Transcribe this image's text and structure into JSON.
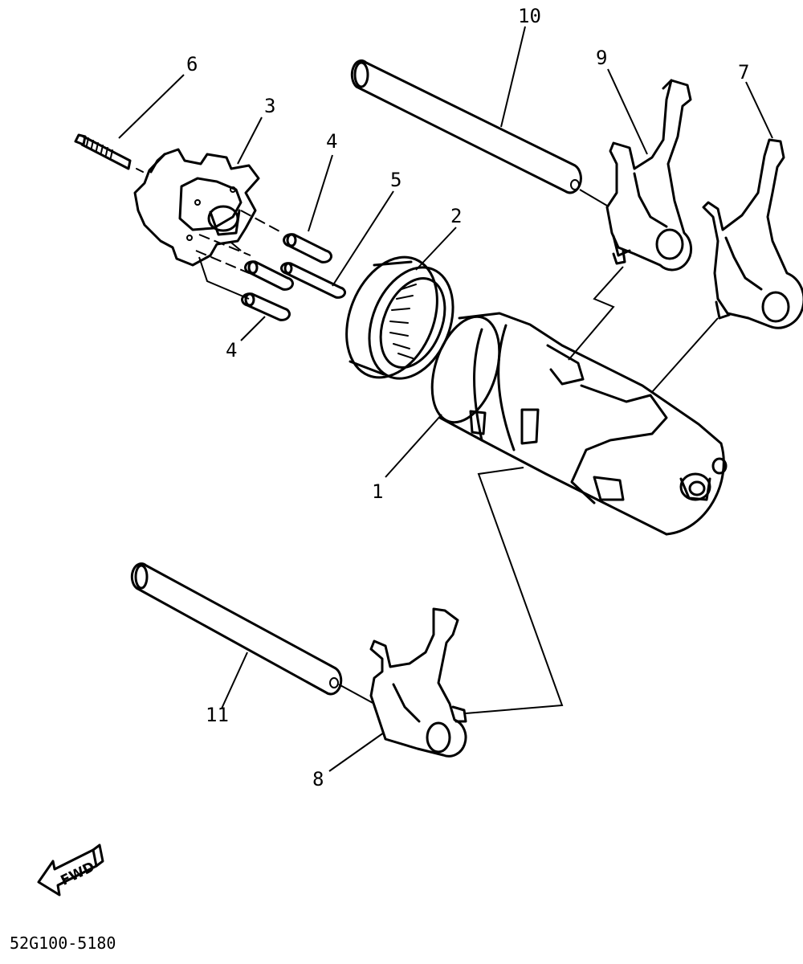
{
  "callouts": {
    "c1": "1",
    "c2": "2",
    "c3": "3",
    "c4a": "4",
    "c4b": "4",
    "c5": "5",
    "c6": "6",
    "c7": "7",
    "c8": "8",
    "c9": "9",
    "c10": "10",
    "c11": "11"
  },
  "direction_label": "FWD",
  "drawing_code": "52G100-5180"
}
